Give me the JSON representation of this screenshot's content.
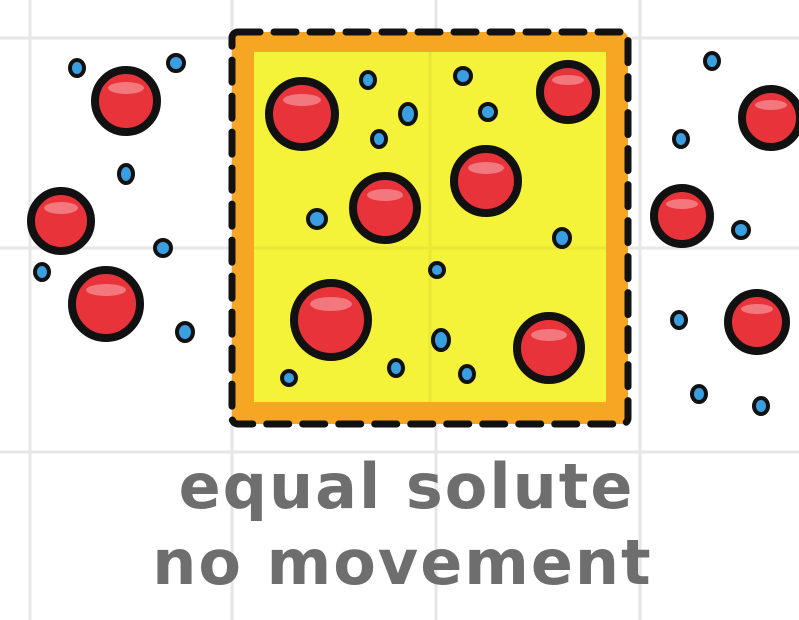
{
  "caption": {
    "line1": "equal solute",
    "line2": "no movement"
  },
  "colors": {
    "background": "#ffffff",
    "grid": "#e6e6e6",
    "cell_fill_outer": "#f6a623",
    "cell_fill_inner": "#f5f23a",
    "cell_border": "#111111",
    "solute_large": "#e8333a",
    "solute_small": "#3a9fe0",
    "caption": "#6e6e6e"
  },
  "icons": {
    "cell": "cell-square",
    "large_particle": "red-solute-particle",
    "small_particle": "blue-water-molecule"
  }
}
